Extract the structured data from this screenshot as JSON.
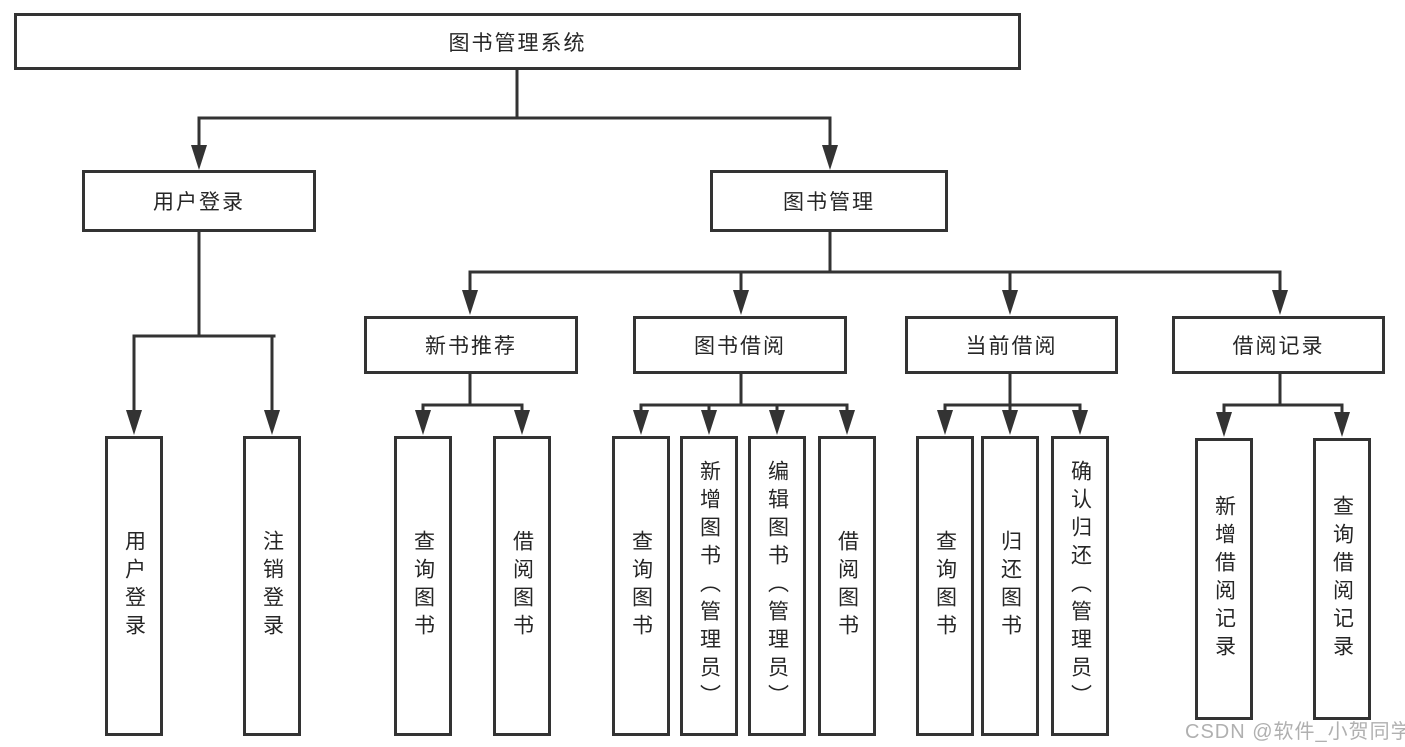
{
  "diagram": {
    "root": {
      "label": "图书管理系统"
    },
    "level2": {
      "user_login": {
        "label": "用户登录"
      },
      "book_mgmt": {
        "label": "图书管理"
      }
    },
    "level3": {
      "new_book_rec": {
        "label": "新书推荐"
      },
      "book_borrow": {
        "label": "图书借阅"
      },
      "current_borrow": {
        "label": "当前借阅"
      },
      "borrow_records": {
        "label": "借阅记录"
      }
    },
    "level4": {
      "login_leaf": {
        "label": "用户登录"
      },
      "logout": {
        "label": "注销登录"
      },
      "rec_query_books": {
        "label": "查询图书"
      },
      "rec_borrow_books": {
        "label": "借阅图书"
      },
      "bb_query_books": {
        "label": "查询图书"
      },
      "bb_add_books": {
        "label": "新增图书（管理员）"
      },
      "bb_edit_books": {
        "label": "编辑图书（管理员）"
      },
      "bb_borrow_books": {
        "label": "借阅图书"
      },
      "cb_query_books": {
        "label": "查询图书"
      },
      "cb_return_books": {
        "label": "归还图书"
      },
      "cb_confirm_return": {
        "label": "确认归还（管理员）"
      },
      "br_add_record": {
        "label": "新增借阅记录"
      },
      "br_query_record": {
        "label": "查询借阅记录"
      }
    }
  },
  "watermark": {
    "text": "CSDN @软件_小贺同学"
  },
  "colors": {
    "line": "#333333",
    "text": "#262626",
    "watermark": "#b0b0b0",
    "background": "#ffffff"
  }
}
